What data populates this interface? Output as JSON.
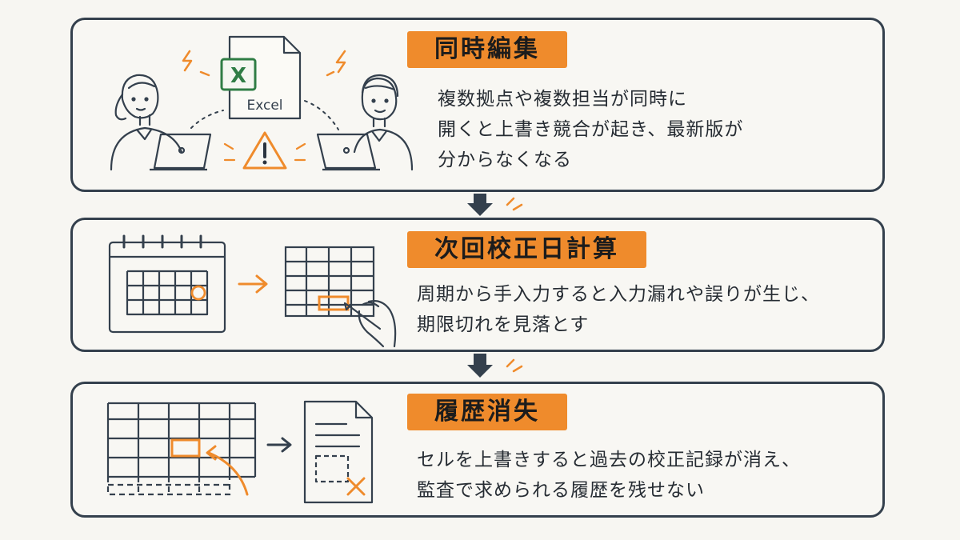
{
  "panels": [
    {
      "title": "同時編集",
      "lines": [
        "複数拠点や複数担当が同時に",
        "開くと上書き競合が起き、最新版が",
        "分からなくなる"
      ],
      "file_label": "Excel",
      "file_letter": "X"
    },
    {
      "title": "次回校正日計算",
      "lines": [
        "周期から手入力すると入力漏れや誤りが生じ、",
        "期限切れを見落とす"
      ]
    },
    {
      "title": "履歴消失",
      "lines": [
        "セルを上書きすると過去の校正記録が消え、",
        "監査で求められる履歴を残せない"
      ]
    }
  ],
  "colors": {
    "accent": "#ef8b2c",
    "line": "#34404d",
    "excel_green": "#2f7d45"
  },
  "icons": [
    "person-icon",
    "laptop-icon",
    "excel-file-icon",
    "warning-icon",
    "calendar-icon",
    "spreadsheet-icon",
    "pen-hand-icon",
    "document-icon",
    "arrow-down-icon"
  ]
}
